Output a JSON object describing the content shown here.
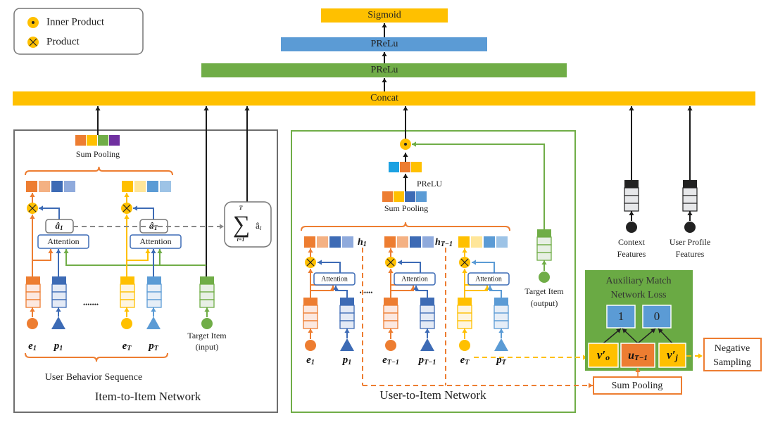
{
  "legend": {
    "inner_product": "Inner Product",
    "inner_symbol": "•",
    "product": "Product",
    "product_symbol": "✕"
  },
  "layers": {
    "sigmoid": "Sigmoid",
    "prelu_top": "PReLu",
    "prelu_bottom": "PReLu",
    "concat": "Concat"
  },
  "i2i": {
    "title": "Item-to-Item Network",
    "sum_pooling": "Sum Pooling",
    "attention": "Attention",
    "a1": {
      "base": "â",
      "sub": "1"
    },
    "aT": {
      "base": "â",
      "sub": "T"
    },
    "sigma": {
      "symbol": "∑",
      "upper": "T",
      "lower": "t=1",
      "term": "â",
      "term_sub": "t"
    },
    "e1": {
      "base": "e",
      "sub": "1"
    },
    "p1": {
      "base": "p",
      "sub": "1"
    },
    "eT": {
      "base": "e",
      "sub": "T"
    },
    "pT": {
      "base": "p",
      "sub": "T"
    },
    "ellipsis": "•••••••",
    "target": [
      "Target Item",
      "(input)"
    ],
    "sequence": "User Behavior Sequence"
  },
  "u2i": {
    "title": "User-to-Item Network",
    "sum_pooling": "Sum Pooling",
    "prelu": "PReLU",
    "attention": "Attention",
    "h1": {
      "base": "h",
      "sub": "1"
    },
    "hT1": {
      "base": "h",
      "sub": "T−1"
    },
    "e1": {
      "base": "e",
      "sub": "1"
    },
    "p1": {
      "base": "p",
      "sub": "1"
    },
    "eT1": {
      "base": "e",
      "sub": "T−1"
    },
    "pT1": {
      "base": "p",
      "sub": "T−1"
    },
    "eT": {
      "base": "e",
      "sub": "T"
    },
    "pT": {
      "base": "p",
      "sub": "T"
    },
    "ellipsis": "••••••",
    "target": [
      "Target Item",
      "(output)"
    ]
  },
  "features": {
    "context": [
      "Context",
      "Features"
    ],
    "user_profile": [
      "User Profile",
      "Features"
    ]
  },
  "aux": {
    "title": [
      "Auxiliary Match",
      "Network Loss"
    ],
    "pos": "1",
    "neg": "0",
    "vo": {
      "base": "v′",
      "sub": "o"
    },
    "u": {
      "base": "u",
      "sub": "T−1"
    },
    "vj": {
      "base": "v′",
      "sub": "j"
    },
    "sum_pooling": "Sum Pooling",
    "negative_sampling": [
      "Negative",
      "Sampling"
    ]
  },
  "colors": {
    "orange": "#ED7D31",
    "light_orange": "#F4B183",
    "dark_blue": "#3D6BB5",
    "light_blue": "#8FAADC",
    "yellow": "#FFC000",
    "light_yellow": "#FFE699",
    "blue": "#5B9BD5",
    "pale_blue": "#9DC3E6",
    "green": "#70AD47",
    "purple": "#7030A0",
    "cyan": "#1BA1E2",
    "gray": "#6E6E6E",
    "black": "#1A1A1A"
  }
}
